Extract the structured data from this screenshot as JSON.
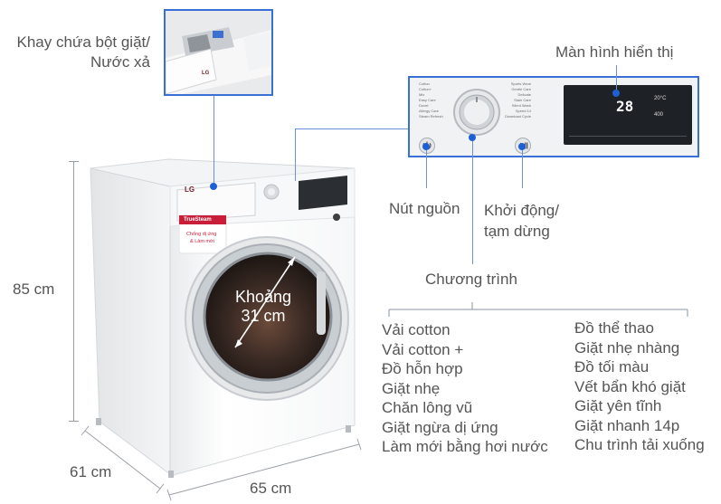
{
  "labels": {
    "drawer_line1": "Khay chứa bột giặt/",
    "drawer_line2": "Nước xả",
    "display": "Màn hình hiển thị",
    "power": "Nút nguồn",
    "start_line1": "Khởi động/",
    "start_line2": "tạm dừng",
    "program": "Chương trình",
    "diameter_line1": "Khoảng",
    "diameter_line2": "31 cm"
  },
  "dimensions": {
    "height": "85 cm",
    "depth": "61 cm",
    "width": "65 cm"
  },
  "programs_left": [
    "Vải cotton",
    "Vải cotton +",
    "Đồ hỗn hợp",
    "Giặt nhẹ",
    "Chăn lông vũ",
    "Giặt ngừa dị ứng",
    "Làm mới bằng hơi nước"
  ],
  "programs_right": [
    "Đồ thể thao",
    "Giặt nhẹ nhàng",
    "Đồ tối màu",
    "Vết bẩn khó giặt",
    "Giặt yên tĩnh",
    "Giặt nhanh 14p",
    "Chu trình tải xuống"
  ],
  "machine": {
    "brand": "LG",
    "badge_title": "TrueSteam",
    "badge_line1": "Chống dị ứng",
    "badge_line2": "& Làm mới",
    "display_digits": "28",
    "display_temp": "20°C",
    "display_spin": "400"
  },
  "panel_programs_left": [
    "Cotton",
    "Cotton+",
    "Mix",
    "Easy Care",
    "Duvet",
    "Allergy Care",
    "Steam Refresh"
  ],
  "panel_programs_right": [
    "Sports Wear",
    "Gentle Care",
    "Delicate",
    "Stain Care",
    "Silent Wash",
    "Speed 14",
    "Download Cycle"
  ],
  "colors": {
    "pointer_line": "#6f8fd9",
    "pointer_dot": "#1f5fd6",
    "inset_border": "#3a6fd6",
    "text": "#555555"
  }
}
